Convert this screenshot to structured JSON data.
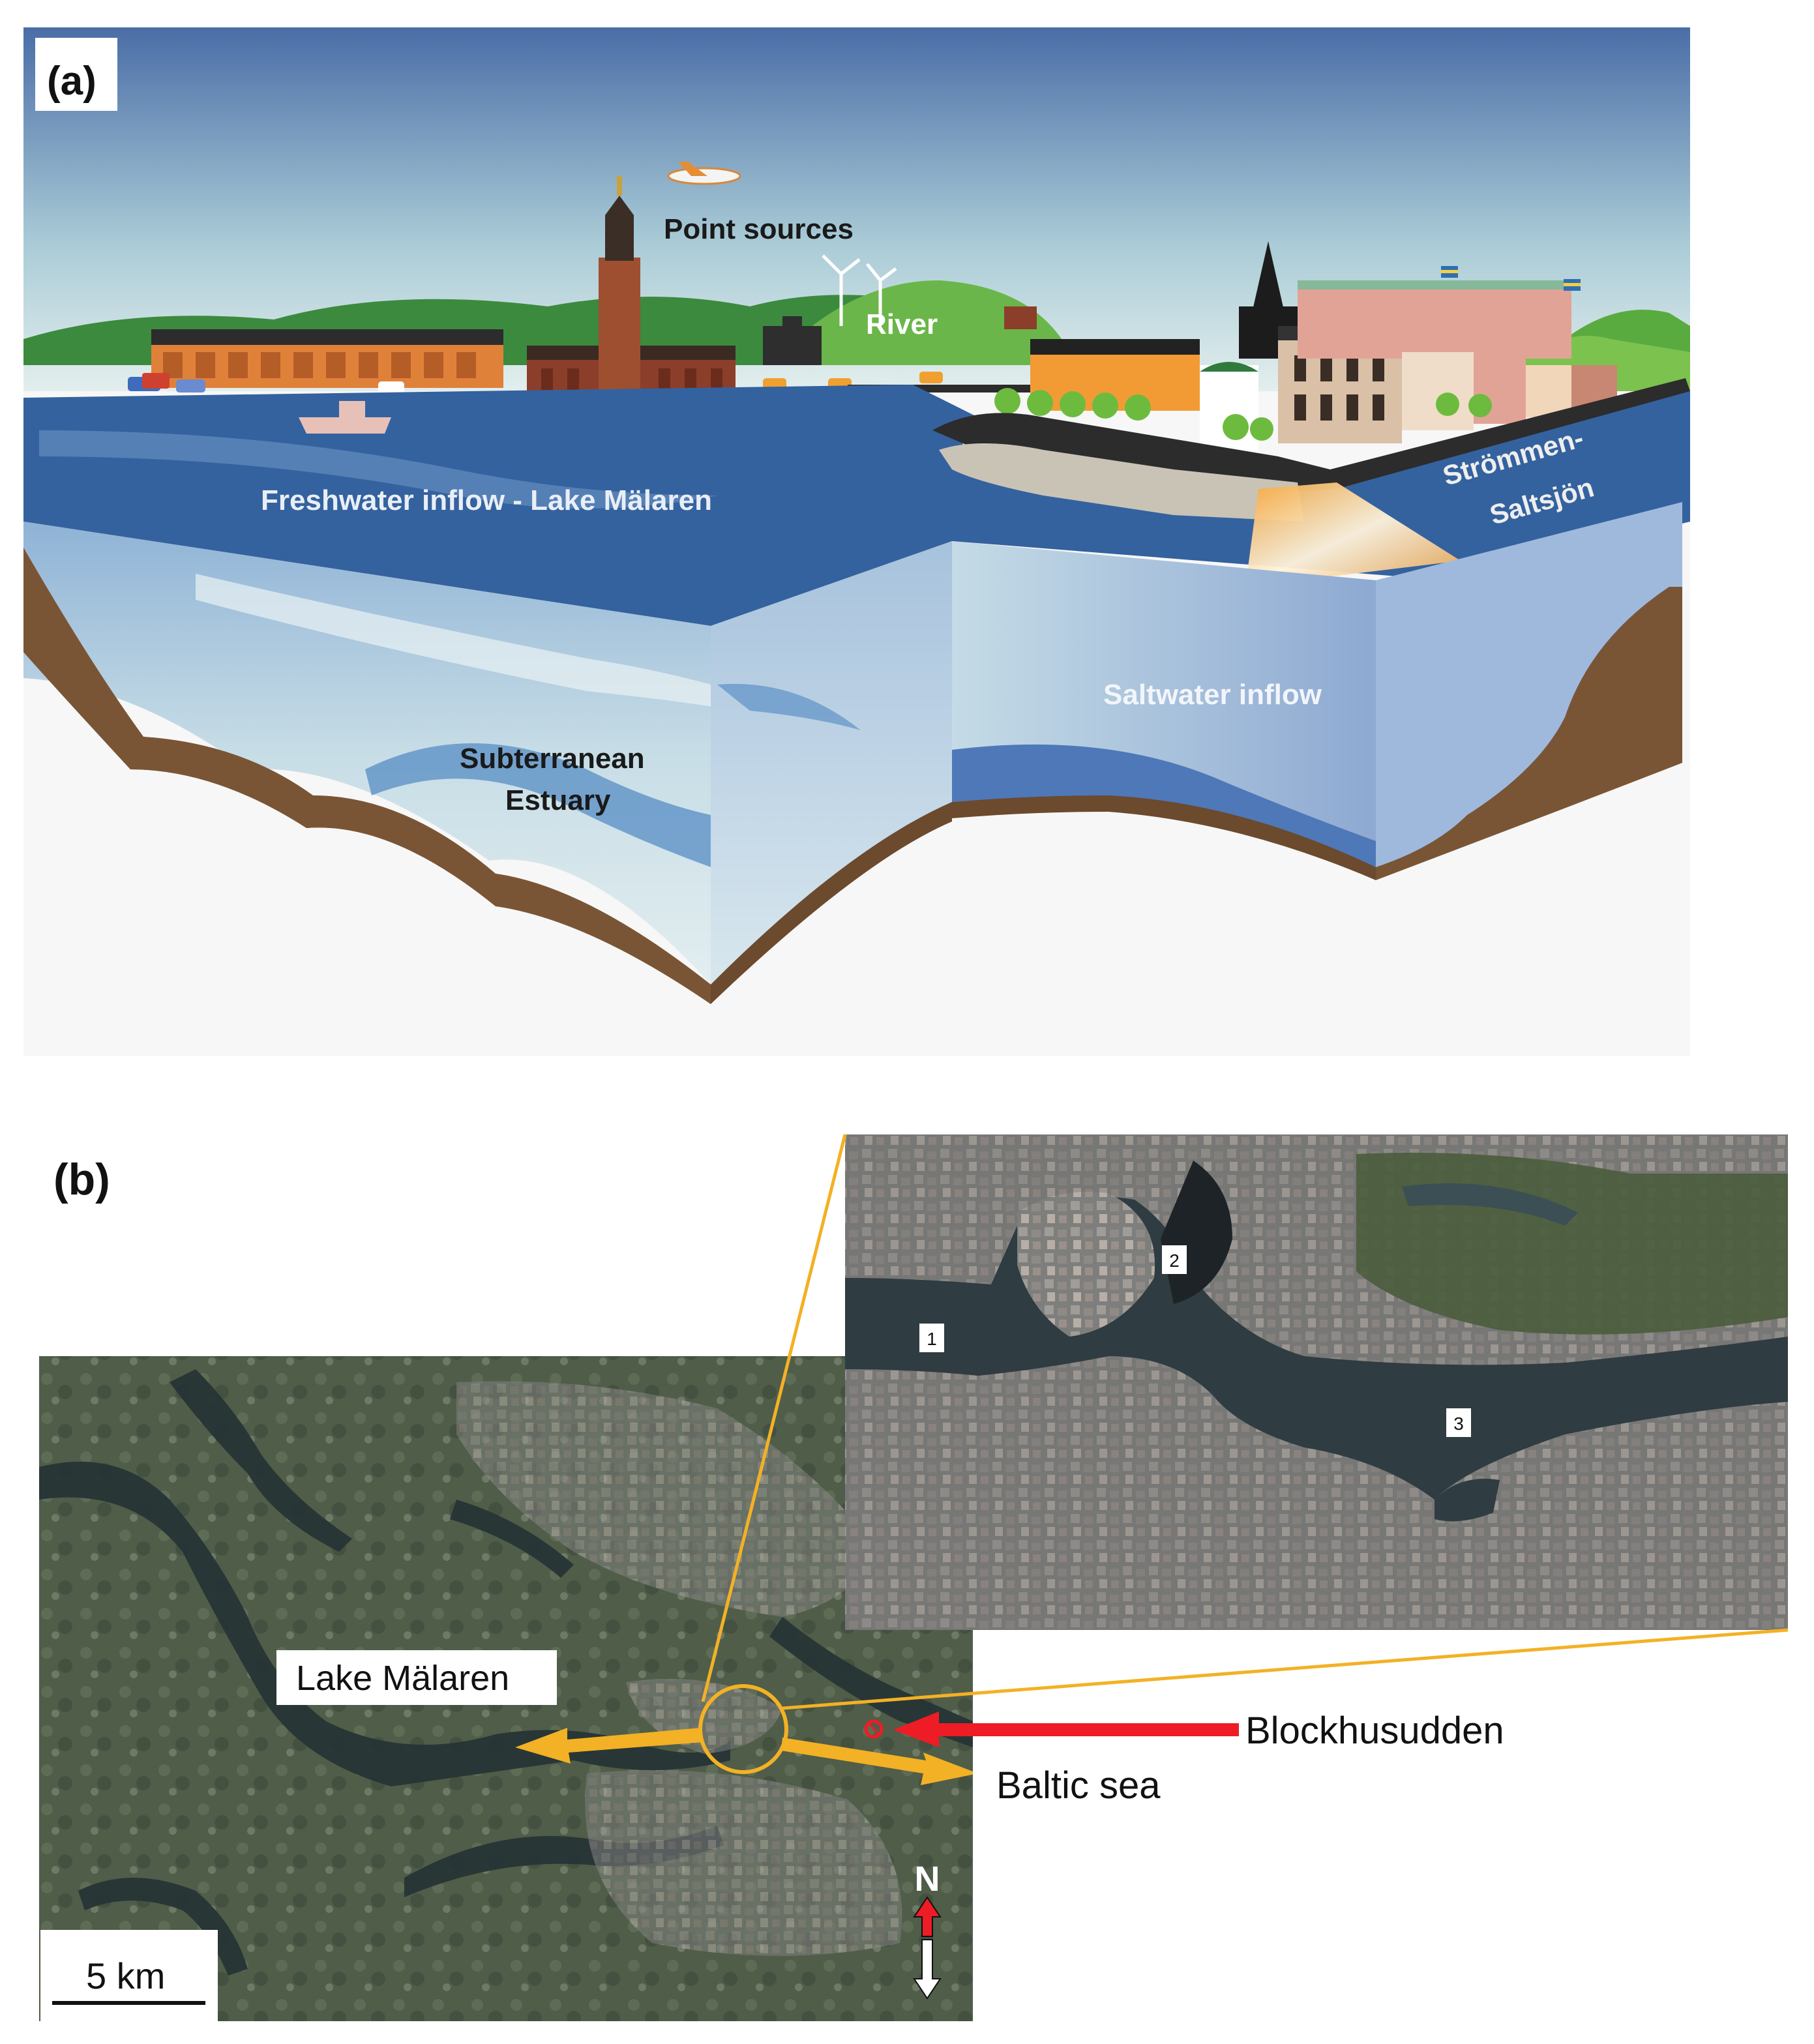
{
  "panel_a": {
    "label": "(a)",
    "labels": {
      "point_sources": "Point sources",
      "river": "River",
      "freshwater": "Freshwater inflow - Lake Mälaren",
      "strommen_1": "Strömmen-",
      "strommen_2": "Saltsjön",
      "subterranean_1": "Subterranean",
      "subterranean_2": "Estuary",
      "saltwater": "Saltwater inflow"
    },
    "colors": {
      "sky_top": "#4a6da7",
      "sky_bottom": "#e8f2f2",
      "water_surface": "#34629e",
      "water_deep": "#b9d6e4",
      "sediment": "#6b4a2e",
      "vegetation": "#5aab3f",
      "brick": "#9b4e30",
      "orange_building": "#e88a2f"
    }
  },
  "panel_b": {
    "label": "(b)",
    "labels": {
      "lake": "Lake Mälaren",
      "blockhus": "Blockhusudden",
      "baltic": "Baltic sea",
      "north": "N",
      "scale": "5 km"
    },
    "inset_markers": [
      "1",
      "2",
      "3"
    ],
    "colors": {
      "highlight": "#f3b125",
      "marker": "#ee1c24",
      "land": "#4d5a48",
      "water": "#2a3a3c"
    }
  }
}
